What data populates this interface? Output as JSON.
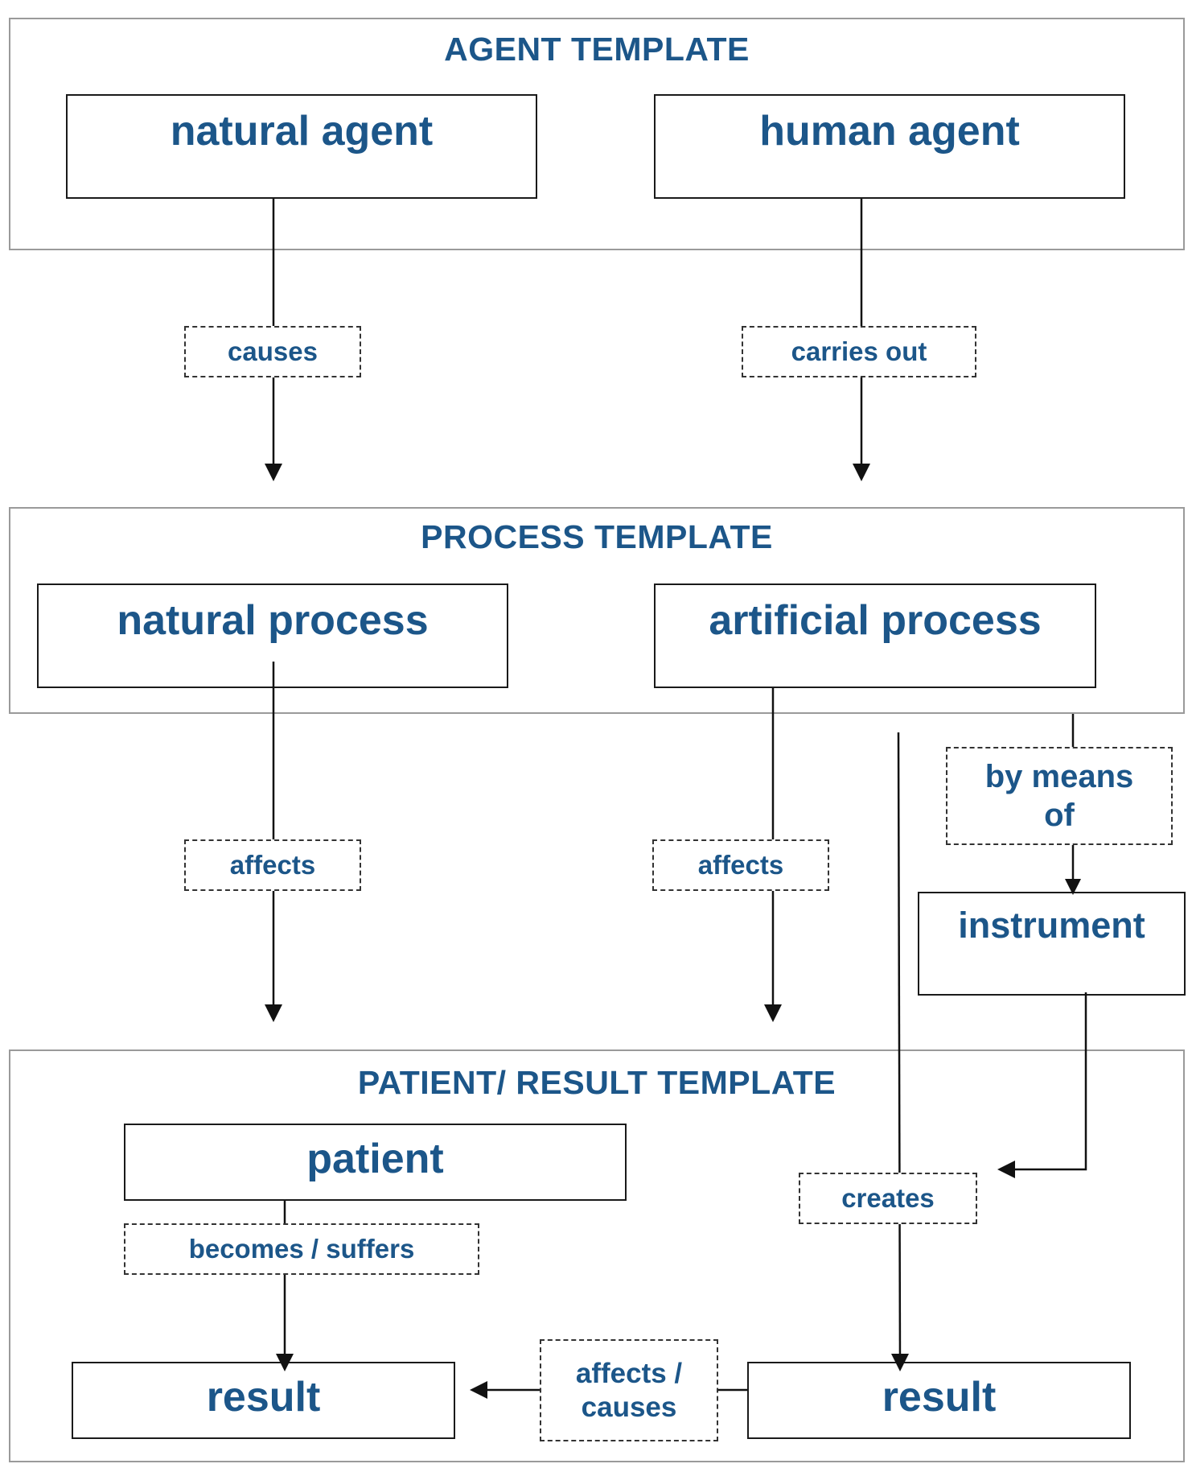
{
  "templates": {
    "agent": {
      "title": "AGENT TEMPLATE"
    },
    "process": {
      "title": "PROCESS TEMPLATE"
    },
    "patient_result": {
      "title": "PATIENT/ RESULT TEMPLATE"
    }
  },
  "nodes": {
    "natural_agent": "natural agent",
    "human_agent": "human agent",
    "natural_process": "natural process",
    "artificial_process": "artificial process",
    "instrument": "instrument",
    "patient": "patient",
    "result_left": "result",
    "result_right": "result"
  },
  "relations": {
    "causes": "causes",
    "carries_out": "carries out",
    "affects_natural": "affects",
    "affects_artificial": "affects",
    "by_means_of": "by means of",
    "creates": "creates",
    "becomes_suffers": "becomes / suffers",
    "affects_causes": "affects / causes"
  },
  "colors": {
    "text": "#1c5689",
    "box_border": "#1a1a1a",
    "template_border": "#9a9a9a"
  }
}
